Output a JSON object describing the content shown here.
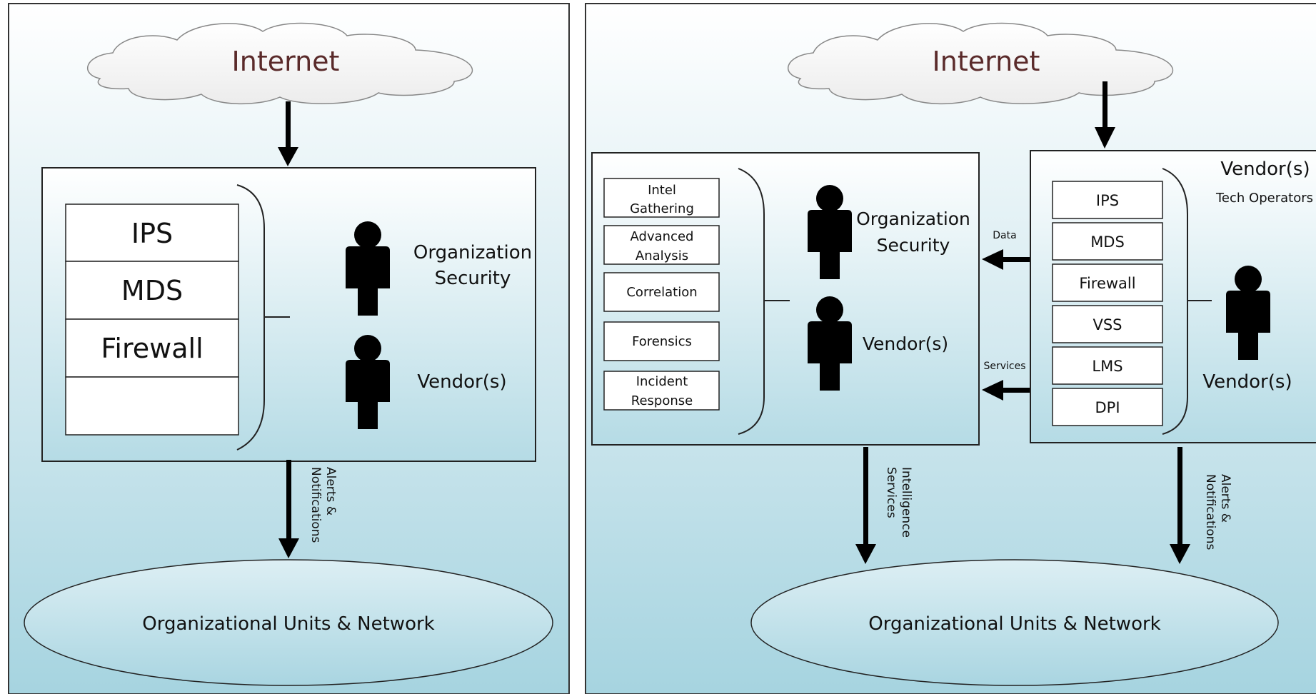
{
  "left": {
    "cloud_label": "Internet",
    "stack_items": [
      "IPS",
      "MDS",
      "Firewall",
      ""
    ],
    "person_org_line1": "Organization",
    "person_org_line2": "Security",
    "person_vendor": "Vendor(s)",
    "arrow_label_line1": "Alerts &",
    "arrow_label_line2": "Notifications",
    "ellipse_label": "Organizational Units & Network"
  },
  "right": {
    "cloud_label": "Internet",
    "services": [
      {
        "line1": "Intel",
        "line2": "Gathering"
      },
      {
        "line1": "Advanced",
        "line2": "Analysis"
      },
      {
        "line1": "Correlation",
        "line2": ""
      },
      {
        "line1": "Forensics",
        "line2": ""
      },
      {
        "line1": "Incident",
        "line2": "Response"
      }
    ],
    "person_org_line1": "Organization",
    "person_org_line2": "Security",
    "person_vendor": "Vendor(s)",
    "data_label": "Data",
    "services_label": "Services",
    "vendor_title": "Vendor(s)",
    "vendor_subtitle": "Tech Operators",
    "vendor_items": [
      "IPS",
      "MDS",
      "Firewall",
      "VSS",
      "LMS",
      "DPI"
    ],
    "vendor_person_label": "Vendor(s)",
    "intel_label_line1": "Intelligence",
    "intel_label_line2": "Services",
    "alerts_label_line1": "Alerts &",
    "alerts_label_line2": "Notifications",
    "ellipse_label": "Organizational Units & Network"
  }
}
